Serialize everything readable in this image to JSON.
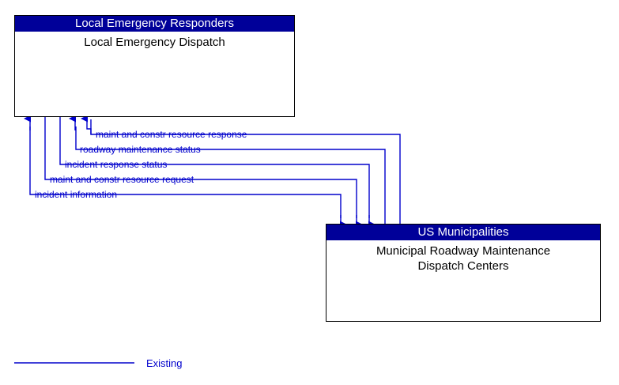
{
  "diagram": {
    "type": "context-diagram",
    "line_color": "#0000cc",
    "entity_header_color": "#000099",
    "entity_border_color": "#000000",
    "entities": [
      {
        "id": "local-emergency",
        "stereotype": "Local Emergency Responders",
        "name": "Local Emergency Dispatch"
      },
      {
        "id": "us-municipalities",
        "stereotype": "US Municipalities",
        "name": "Municipal Roadway Maintenance\nDispatch Centers"
      }
    ],
    "flows": [
      {
        "label": "maint and constr resource response",
        "from": "us-municipalities",
        "to": "local-emergency"
      },
      {
        "label": "roadway maintenance status",
        "from": "us-municipalities",
        "to": "local-emergency"
      },
      {
        "label": "incident response status",
        "from": "local-emergency",
        "to": "us-municipalities"
      },
      {
        "label": "maint and constr resource request",
        "from": "local-emergency",
        "to": "us-municipalities"
      },
      {
        "label": "incident information",
        "from": "local-emergency",
        "to": "us-municipalities"
      }
    ],
    "legend": [
      {
        "label": "Existing",
        "color": "#0000cc"
      }
    ]
  }
}
